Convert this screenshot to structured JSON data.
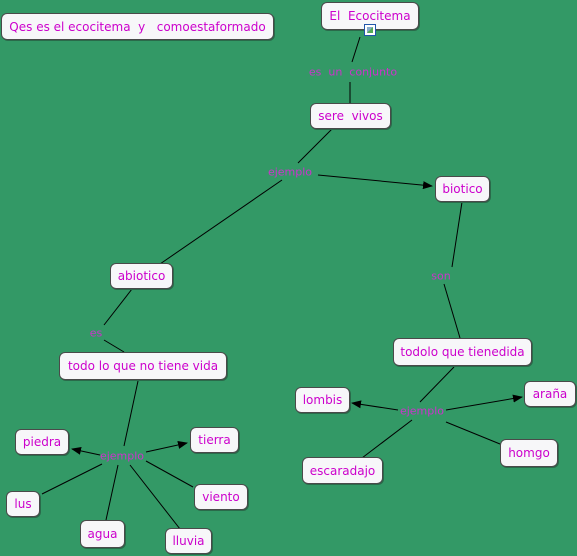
{
  "colors": {
    "background": "#339966",
    "node_text": "#cc00cc",
    "link_label": "#cc33cc",
    "line": "#000000"
  },
  "nodes": {
    "question": "Qes es el ecocitema  y   comoestaformado",
    "title": "El  Ecocitema",
    "sere_vivos": "sere  vivos",
    "biotico": "biotico",
    "abiotico": "abiotico",
    "todolo_que_tienedida": "todolo que tienedida",
    "todo_no_vida": "todo lo que no tiene vida",
    "lombis": "lombis",
    "arana": "araña",
    "escaradajo": "escaradajo",
    "homgo": "homgo",
    "piedra": "piedra",
    "tierra": "tierra",
    "viento": "viento",
    "lus": "lus",
    "agua": "agua",
    "lluvia": "lluvia"
  },
  "links": {
    "es_un_conjunto": "es  un  conjunto",
    "ejemplo_main": "ejemplo",
    "son": "son",
    "es": "es",
    "ejemplo_biotic": "ejemplo",
    "ejemplo_abiotic": "ejemplo"
  },
  "icons": {
    "title_image": "image-icon"
  }
}
